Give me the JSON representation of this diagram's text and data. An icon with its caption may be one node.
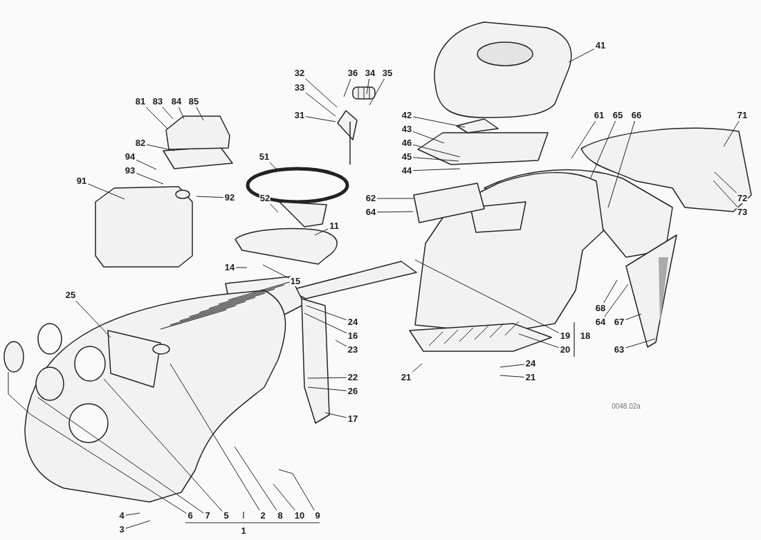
{
  "diagram": {
    "nodes": [
      {
        "text": [
          "41"
        ]
      },
      {
        "text": [
          "32"
        ]
      },
      {
        "text": [
          "36"
        ]
      },
      {
        "text": [
          "34"
        ]
      },
      {
        "text": [
          "35"
        ]
      },
      {
        "text": [
          "33"
        ]
      },
      {
        "text": [
          "81"
        ]
      },
      {
        "text": [
          "83"
        ]
      },
      {
        "text": [
          "84"
        ]
      },
      {
        "text": [
          "85"
        ]
      },
      {
        "text": [
          "31"
        ]
      },
      {
        "text": [
          "42"
        ]
      },
      {
        "text": [
          "61"
        ]
      },
      {
        "text": [
          "65"
        ]
      },
      {
        "text": [
          "66"
        ]
      },
      {
        "text": [
          "71"
        ]
      },
      {
        "text": [
          "43"
        ]
      },
      {
        "text": [
          "82"
        ]
      },
      {
        "text": [
          "46"
        ]
      },
      {
        "text": [
          "45"
        ]
      },
      {
        "text": [
          "51"
        ]
      },
      {
        "text": [
          "94"
        ]
      },
      {
        "text": [
          "44"
        ]
      },
      {
        "text": [
          "93"
        ]
      },
      {
        "text": [
          "91"
        ]
      },
      {
        "text": [
          "92"
        ]
      },
      {
        "text": [
          "62"
        ]
      },
      {
        "text": [
          "52"
        ]
      },
      {
        "text": [
          "72"
        ]
      },
      {
        "text": [
          "64"
        ]
      },
      {
        "text": [
          "73"
        ]
      },
      {
        "text": [
          "11"
        ]
      },
      {
        "text": [
          "14"
        ]
      },
      {
        "text": [
          "15"
        ]
      },
      {
        "text": [
          "25"
        ]
      },
      {
        "text": [
          "68"
        ]
      },
      {
        "text": [
          "24"
        ]
      },
      {
        "text": [
          "64"
        ]
      },
      {
        "text": [
          "67"
        ]
      },
      {
        "text": [
          "16"
        ]
      },
      {
        "text": [
          "19"
        ]
      },
      {
        "text": [
          "23"
        ]
      },
      {
        "text": [
          "20"
        ]
      },
      {
        "text": [
          "63"
        ]
      },
      {
        "text": [
          "24"
        ]
      },
      {
        "text": [
          "21"
        ]
      },
      {
        "text": [
          "22"
        ]
      },
      {
        "text": [
          "21"
        ]
      },
      {
        "text": [
          "26"
        ]
      },
      {
        "text": [
          "17"
        ]
      },
      {
        "text": [
          "4"
        ]
      },
      {
        "text": [
          "6"
        ]
      },
      {
        "text": [
          "7"
        ]
      },
      {
        "text": [
          "5"
        ]
      },
      {
        "text": [
          "2"
        ]
      },
      {
        "text": [
          "8"
        ]
      },
      {
        "text": [
          "10"
        ]
      },
      {
        "text": [
          "9"
        ]
      },
      {
        "text": [
          "3"
        ]
      },
      {
        "text": [
          "18"
        ]
      },
      {
        "text": [
          "1"
        ]
      }
    ],
    "edges": [
      {
        "from": 0,
        "to": null,
        "arrow": "none"
      },
      {
        "from": 1,
        "to": null,
        "arrow": "none"
      },
      {
        "from": 2,
        "to": null,
        "arrow": "none"
      },
      {
        "from": 3,
        "to": null,
        "arrow": "none"
      },
      {
        "from": 4,
        "to": null,
        "arrow": "none"
      },
      {
        "from": 5,
        "to": null,
        "arrow": "none"
      },
      {
        "from": 6,
        "to": null,
        "arrow": "none"
      },
      {
        "from": 7,
        "to": null,
        "arrow": "none"
      },
      {
        "from": 8,
        "to": null,
        "arrow": "none"
      },
      {
        "from": 9,
        "to": null,
        "arrow": "none"
      },
      {
        "from": 10,
        "to": null,
        "arrow": "none"
      },
      {
        "from": 11,
        "to": null,
        "arrow": "none"
      },
      {
        "from": 12,
        "to": null,
        "arrow": "none"
      },
      {
        "from": 13,
        "to": null,
        "arrow": "none"
      },
      {
        "from": 14,
        "to": null,
        "arrow": "none"
      },
      {
        "from": 15,
        "to": null,
        "arrow": "none"
      },
      {
        "from": 16,
        "to": null,
        "arrow": "none"
      },
      {
        "from": 17,
        "to": null,
        "arrow": "none"
      },
      {
        "from": 18,
        "to": null,
        "arrow": "none"
      },
      {
        "from": 19,
        "to": null,
        "arrow": "none"
      },
      {
        "from": 20,
        "to": null,
        "arrow": "none"
      },
      {
        "from": 21,
        "to": null,
        "arrow": "none"
      },
      {
        "from": 22,
        "to": null,
        "arrow": "none"
      },
      {
        "from": 23,
        "to": null,
        "arrow": "none"
      },
      {
        "from": 24,
        "to": null,
        "arrow": "none"
      },
      {
        "from": 25,
        "to": null,
        "arrow": "none"
      },
      {
        "from": 26,
        "to": null,
        "arrow": "none"
      },
      {
        "from": 27,
        "to": null,
        "arrow": "none"
      },
      {
        "from": 28,
        "to": null,
        "arrow": "none"
      },
      {
        "from": 29,
        "to": null,
        "arrow": "none"
      },
      {
        "from": 30,
        "to": null,
        "arrow": "none"
      },
      {
        "from": 31,
        "to": null,
        "arrow": "none"
      },
      {
        "from": 32,
        "to": null,
        "arrow": "none"
      },
      {
        "from": 33,
        "to": null,
        "arrow": "none"
      },
      {
        "from": 34,
        "to": null,
        "arrow": "none"
      },
      {
        "from": 35,
        "to": null,
        "arrow": "none"
      },
      {
        "from": 36,
        "to": null,
        "arrow": "none"
      },
      {
        "from": 37,
        "to": null,
        "arrow": "none"
      },
      {
        "from": 38,
        "to": null,
        "arrow": "none"
      },
      {
        "from": 39,
        "to": null,
        "arrow": "none"
      },
      {
        "from": 40,
        "to": null,
        "arrow": "none"
      },
      {
        "from": 41,
        "to": null,
        "arrow": "none"
      },
      {
        "from": 42,
        "to": null,
        "arrow": "none"
      },
      {
        "from": 43,
        "to": null,
        "arrow": "none"
      },
      {
        "from": 44,
        "to": null,
        "arrow": "none"
      },
      {
        "from": 45,
        "to": null,
        "arrow": "none"
      },
      {
        "from": 46,
        "to": null,
        "arrow": "none"
      },
      {
        "from": 47,
        "to": null,
        "arrow": "none"
      },
      {
        "from": 48,
        "to": null,
        "arrow": "none"
      },
      {
        "from": 49,
        "to": null,
        "arrow": "none"
      },
      {
        "from": 50,
        "to": null,
        "arrow": "none"
      },
      {
        "from": 51,
        "to": null,
        "arrow": "none"
      },
      {
        "from": 52,
        "to": null,
        "arrow": "none"
      },
      {
        "from": 53,
        "to": null,
        "arrow": "none"
      },
      {
        "from": 54,
        "to": null,
        "arrow": "none"
      },
      {
        "from": 55,
        "to": null,
        "arrow": "none"
      },
      {
        "from": 56,
        "to": null,
        "arrow": "none"
      },
      {
        "from": 57,
        "to": null,
        "arrow": "none"
      },
      {
        "from": 58,
        "to": null,
        "arrow": "none"
      }
    ],
    "labels": [
      "0048.02a"
    ]
  }
}
